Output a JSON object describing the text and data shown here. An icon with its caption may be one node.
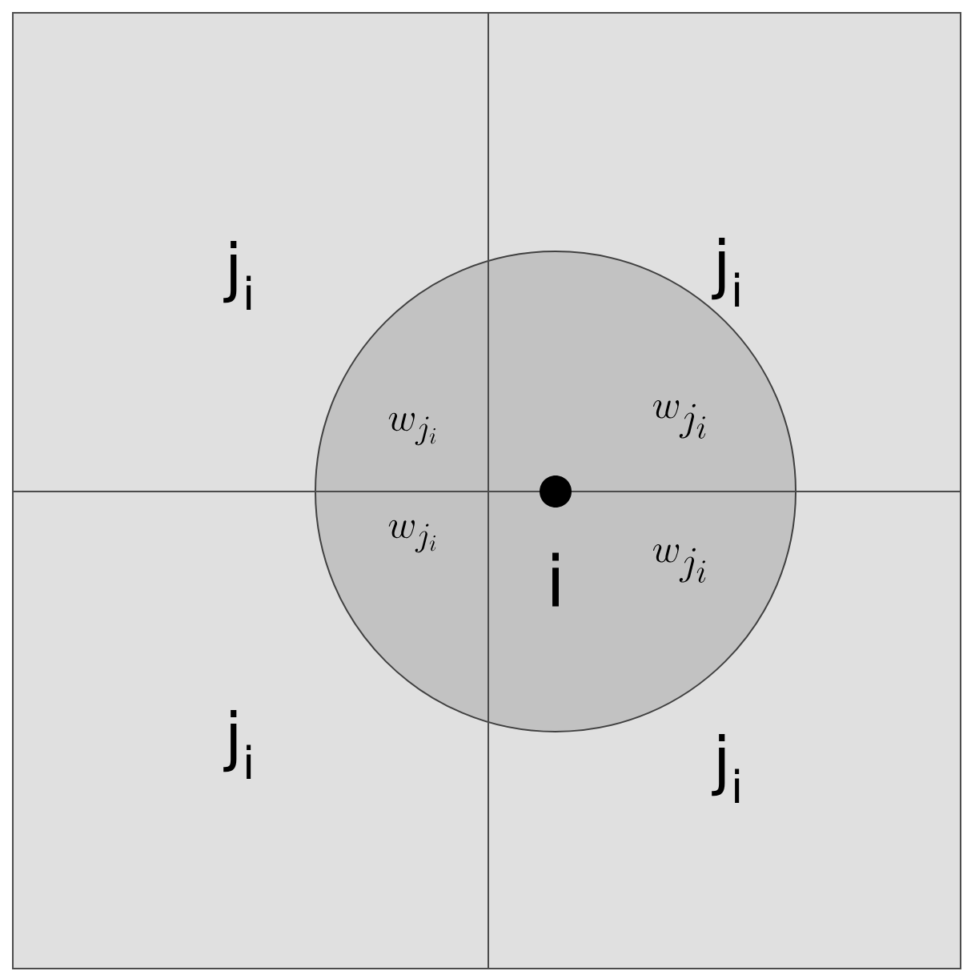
{
  "diagram": {
    "nodes": [
      {
        "text": [
          "j$_{i}$"
        ]
      },
      {
        "text": [
          "j$_{i}$"
        ]
      },
      {
        "text": [
          "j$_{i}$"
        ]
      },
      {
        "text": [
          "j$_{i}$"
        ]
      },
      {
        "text": [],
        "shape": "circle"
      }
    ],
    "labels": [
      "w_{j_i}",
      "w_{j_i}",
      "w_{j_i}",
      "i",
      "w_{j_i}"
    ]
  }
}
